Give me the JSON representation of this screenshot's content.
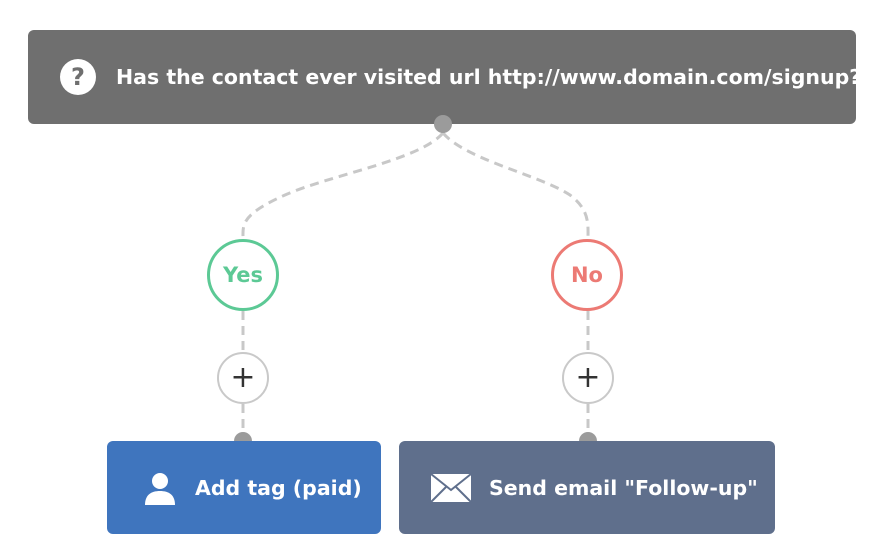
{
  "condition": {
    "icon": "question-circle-icon",
    "text": "Has the contact ever visited url http://www.domain.com/signup?"
  },
  "branches": {
    "yes": {
      "label": "Yes",
      "color": "#5cc995"
    },
    "no": {
      "label": "No",
      "color": "#ec7a74"
    }
  },
  "add_buttons": {
    "yes": {
      "label": "+",
      "icon": "plus-icon"
    },
    "no": {
      "label": "+",
      "icon": "plus-icon"
    }
  },
  "actions": {
    "yes": {
      "label": "Add tag (paid)",
      "icon": "user-icon",
      "color": "#3f75be"
    },
    "no": {
      "label": "Send email \"Follow-up\"",
      "icon": "envelope-icon",
      "color": "#5f6f8c"
    }
  },
  "colors": {
    "condition_bg": "#6f6f6f",
    "connector": "#c8c8c8",
    "node_dot": "#9b9b9b"
  }
}
